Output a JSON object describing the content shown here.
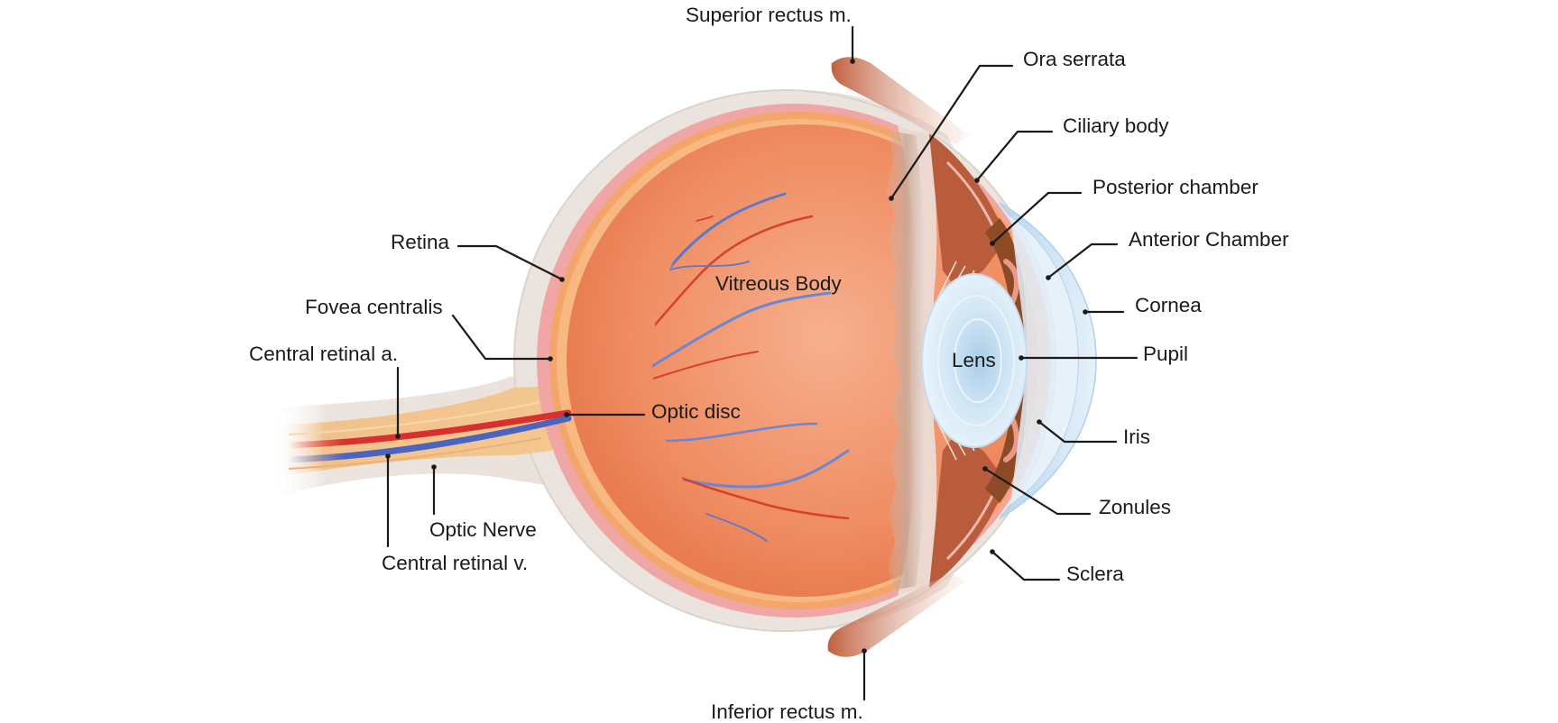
{
  "labels": {
    "superior_rectus": "Superior rectus m.",
    "ora_serrata": "Ora serrata",
    "ciliary_body": "Ciliary body",
    "posterior_chamber": "Posterior chamber",
    "anterior_chamber": "Anterior Chamber",
    "retina": "Retina",
    "cornea": "Cornea",
    "fovea_centralis": "Fovea centralis",
    "vitreous_body": "Vitreous Body",
    "central_retinal_a": "Central retinal a.",
    "lens": "Lens",
    "pupil": "Pupil",
    "optic_disc": "Optic disc",
    "iris": "Iris",
    "zonules": "Zonules",
    "optic_nerve": "Optic Nerve",
    "central_retinal_v": "Central retinal v.",
    "sclera": "Sclera",
    "inferior_rectus": "Inferior rectus m."
  },
  "colors": {
    "sclera": "#ebe4de",
    "choroid": "#f0a6a4",
    "retina": "#f3a064",
    "vitreous": "#f08a60",
    "lens": "#d9ebf7",
    "cornea": "#cfe3f4",
    "iris": "#8c4a26",
    "ciliary_body": "#b05a3a",
    "artery": "#d8302c",
    "vein": "#4a64c0",
    "optic_nerve": "#f4c48e",
    "muscle": "#c46a4a"
  }
}
